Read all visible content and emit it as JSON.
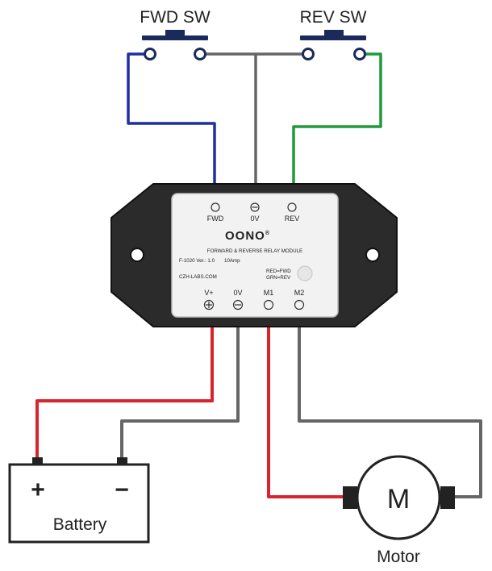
{
  "switches": {
    "fwd": {
      "label": "FWD SW"
    },
    "rev": {
      "label": "REV SW"
    }
  },
  "module": {
    "brand": "OONO",
    "brand_mark": "®",
    "title": "FORWARD & REVERSE RELAY MODULE",
    "model": "F-1020 Ver.: 1.0",
    "rating": "10Amp",
    "website": "CZH-LABS.COM",
    "led_legend_1": "RED=FWD",
    "led_legend_2": "GRN=REV",
    "inputs": [
      "FWD",
      "0V",
      "REV"
    ],
    "outputs": [
      "V+",
      "0V",
      "M1",
      "M2"
    ]
  },
  "battery": {
    "label": "Battery",
    "positive": "+",
    "negative": "−"
  },
  "motor": {
    "symbol": "M",
    "label": "Motor"
  },
  "colors": {
    "fwd_wire": "#1f2fa0",
    "rev_wire": "#1f9a3a",
    "positive_wire": "#d8242c",
    "ground_wire": "#666666",
    "module_body": "#2b2b2b",
    "label_panel": "#f2f2f2"
  }
}
